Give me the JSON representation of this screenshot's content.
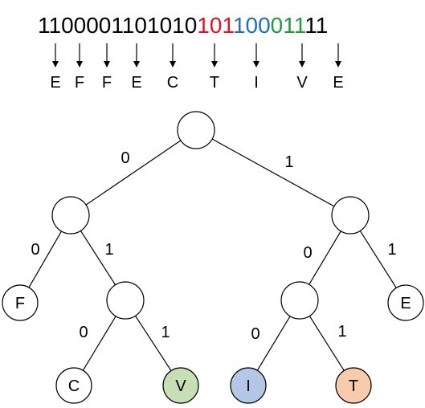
{
  "encoding": {
    "segments": [
      {
        "text": "1100001101010",
        "color": "#000000"
      },
      {
        "text": "101",
        "color": "#e0141e"
      },
      {
        "text": "100",
        "color": "#1f6fb5"
      },
      {
        "text": "011",
        "color": "#1e9a3c"
      },
      {
        "text": "11",
        "color": "#000000"
      }
    ],
    "decoded": [
      "E",
      "F",
      "F",
      "E",
      "C",
      "T",
      "I",
      "V",
      "E"
    ]
  },
  "tree": {
    "nodes": [
      {
        "id": "root",
        "label": "",
        "fill": "#ffffff"
      },
      {
        "id": "n0",
        "label": "",
        "fill": "#ffffff"
      },
      {
        "id": "n1",
        "label": "",
        "fill": "#ffffff"
      },
      {
        "id": "leaf-f",
        "label": "F",
        "fill": "#ffffff"
      },
      {
        "id": "n01",
        "label": "",
        "fill": "#ffffff"
      },
      {
        "id": "n10",
        "label": "",
        "fill": "#ffffff"
      },
      {
        "id": "leaf-e",
        "label": "E",
        "fill": "#ffffff"
      },
      {
        "id": "leaf-c",
        "label": "C",
        "fill": "#ffffff"
      },
      {
        "id": "leaf-v",
        "label": "V",
        "fill": "#c6dfb4"
      },
      {
        "id": "leaf-i",
        "label": "I",
        "fill": "#b4c7e7"
      },
      {
        "id": "leaf-t",
        "label": "T",
        "fill": "#f8cbad"
      }
    ],
    "edges": [
      {
        "from": "root",
        "to": "n0",
        "label": "0"
      },
      {
        "from": "root",
        "to": "n1",
        "label": "1"
      },
      {
        "from": "n0",
        "to": "leaf-f",
        "label": "0"
      },
      {
        "from": "n0",
        "to": "n01",
        "label": "1"
      },
      {
        "from": "n1",
        "to": "n10",
        "label": "0"
      },
      {
        "from": "n1",
        "to": "leaf-e",
        "label": "1"
      },
      {
        "from": "n01",
        "to": "leaf-c",
        "label": "0"
      },
      {
        "from": "n01",
        "to": "leaf-v",
        "label": "1"
      },
      {
        "from": "n10",
        "to": "leaf-i",
        "label": "0"
      },
      {
        "from": "n10",
        "to": "leaf-t",
        "label": "1"
      }
    ]
  }
}
